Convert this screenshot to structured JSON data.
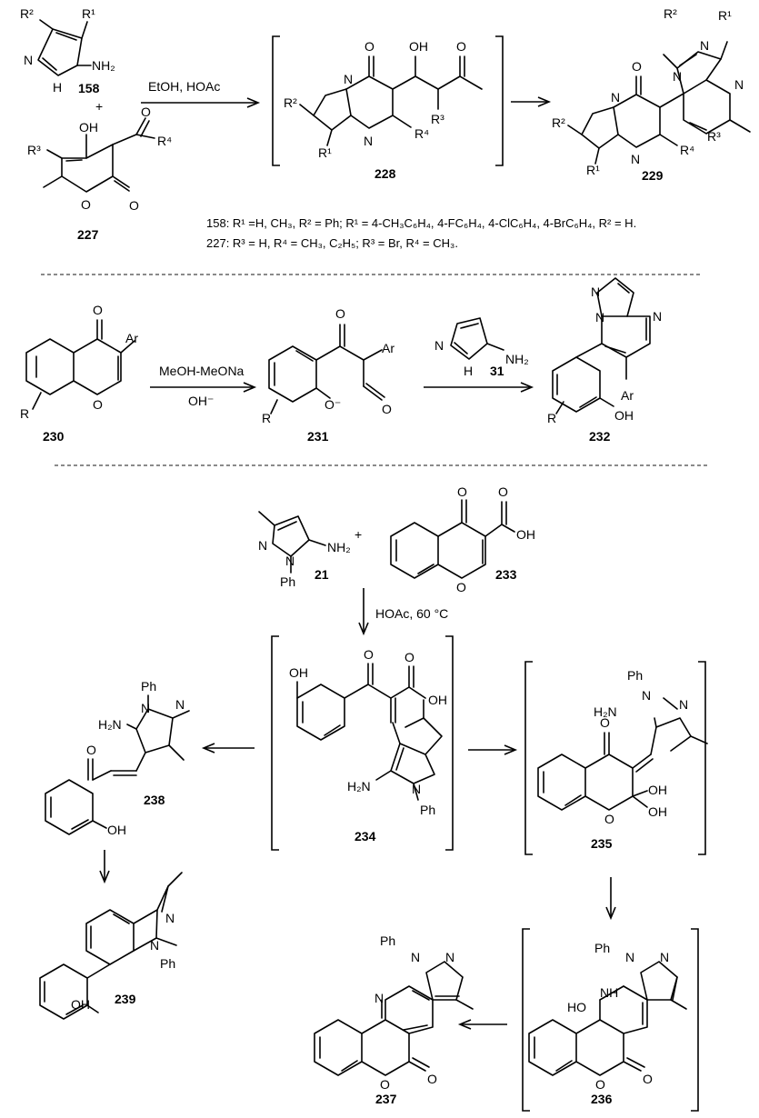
{
  "section1": {
    "reactant_158": {
      "number": "158",
      "r2": "R²",
      "r1": "R¹",
      "n": "N",
      "nh": "H",
      "nh2": "NH₂"
    },
    "plus": "+",
    "reactant_227": {
      "number": "227",
      "oh": "OH",
      "r3": "R³",
      "r4": "R⁴",
      "o_ring": "O",
      "o_carbonyl": "O"
    },
    "condition": "EtOH, HOAc",
    "intermediate_228": {
      "number": "228",
      "r2": "R²",
      "r1": "R¹",
      "r3": "R³",
      "r4": "R⁴",
      "oh": "OH",
      "o": "O",
      "n": "N"
    },
    "product_229": {
      "number": "229",
      "r1": "R¹",
      "r2": "R²",
      "r3": "R³",
      "r4": "R⁴",
      "o": "O",
      "n": "N"
    },
    "note_158": "158: R¹ =H, CH₃, R² = Ph; R¹ = 4-CH₃C₆H₄, 4-FC₆H₄, 4-ClC₆H₄, 4-BrC₆H₄, R² = H.",
    "note_227": "227: R³ = H, R⁴ = CH₃, C₂H₅; R³ = Br, R⁴ = CH₃."
  },
  "section2": {
    "reactant_230": {
      "number": "230",
      "o": "O",
      "ar": "Ar",
      "r": "R"
    },
    "condition_top": "MeOH-MeONa",
    "condition_bottom": "OH⁻",
    "intermediate_231": {
      "number": "231",
      "o": "O",
      "ar": "Ar",
      "r": "R",
      "o_minus": "O⁻"
    },
    "reagent_31": {
      "number": "31",
      "n": "N",
      "nh": "H",
      "nh2": "NH₂"
    },
    "product_232": {
      "number": "232",
      "n": "N",
      "ar": "Ar",
      "r": "R",
      "oh": "OH"
    }
  },
  "section3": {
    "reactant_21": {
      "number": "21",
      "n": "N",
      "nh2": "NH₂",
      "ph": "Ph"
    },
    "plus": "+",
    "reactant_233": {
      "number": "233",
      "o": "O",
      "oh": "OH"
    },
    "condition": "HOAc, 60 °C",
    "intermediate_234": {
      "number": "234",
      "oh": "OH",
      "o": "O",
      "h2n": "H₂N",
      "n": "N",
      "ph": "Ph"
    },
    "intermediate_235": {
      "number": "235",
      "ph": "Ph",
      "h2n": "H₂N",
      "n": "N",
      "o": "O",
      "oh": "OH"
    },
    "product_238": {
      "number": "238",
      "ph": "Ph",
      "h2n": "H₂N",
      "n": "N",
      "o": "O",
      "oh": "OH"
    },
    "product_239": {
      "number": "239",
      "n": "N",
      "ph": "Ph",
      "oh": "OH"
    },
    "intermediate_236": {
      "number": "236",
      "ph": "Ph",
      "n": "N",
      "ho": "HO",
      "nh": "NH",
      "o": "O"
    },
    "product_237": {
      "number": "237",
      "ph": "Ph",
      "n": "N",
      "o": "O"
    }
  }
}
